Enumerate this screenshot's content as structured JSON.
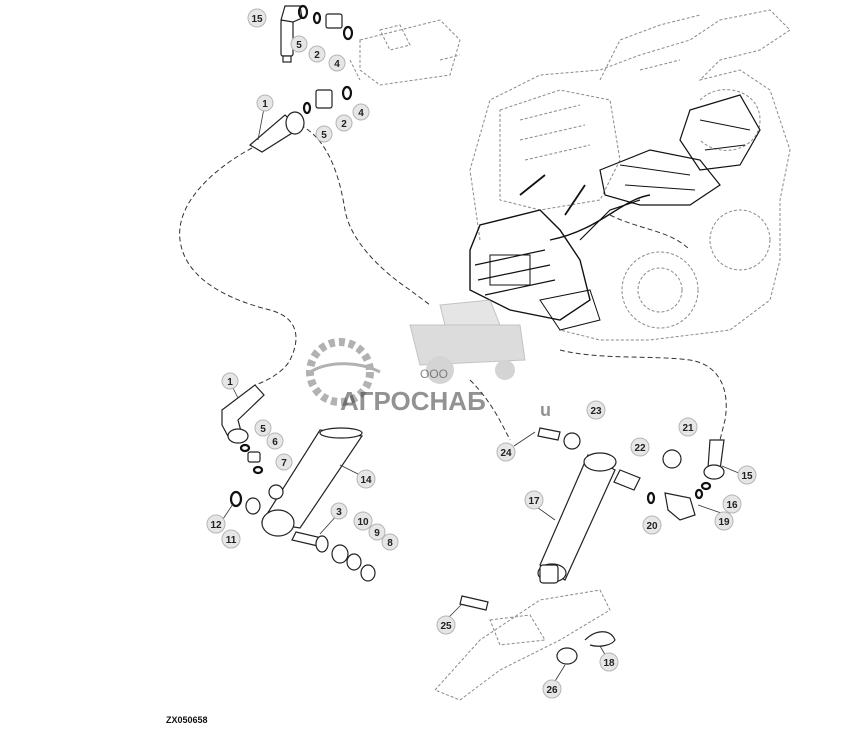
{
  "figure_id": "ZX050658",
  "watermark": {
    "prefix": "ООО",
    "name": "АГРОСНАБ",
    "suffix": "u"
  },
  "callouts": [
    "15",
    "5",
    "2",
    "4",
    "1",
    "5",
    "2",
    "4",
    "1",
    "5",
    "6",
    "7",
    "14",
    "12",
    "11",
    "3",
    "10",
    "9",
    "8",
    "23",
    "24",
    "21",
    "22",
    "15",
    "17",
    "16",
    "20",
    "19",
    "25",
    "18",
    "26"
  ]
}
